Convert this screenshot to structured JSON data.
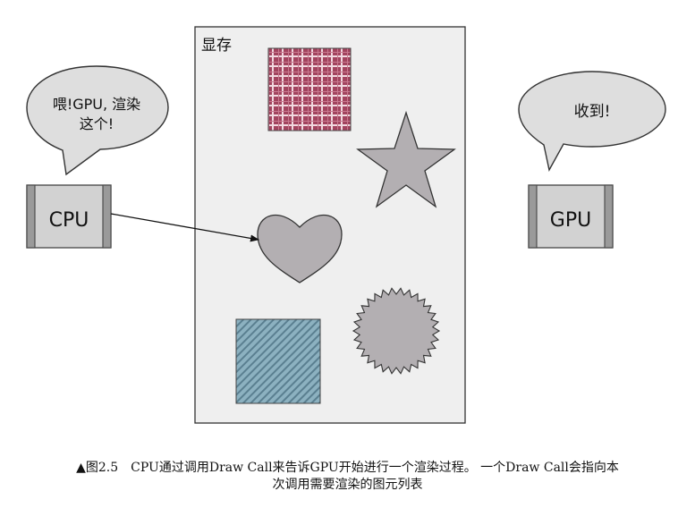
{
  "memory": {
    "label": "显存"
  },
  "cpu": {
    "label": "CPU",
    "bubble_line1": "喂!GPU, 渲染",
    "bubble_line2": "这个!"
  },
  "gpu": {
    "label": "GPU",
    "bubble": "收到!"
  },
  "caption": {
    "line1": "▲图2.5　CPU通过调用Draw Call来告诉GPU开始进行一个渲染过程。 一个Draw Call会指向本",
    "line2": "次调用需要渲染的图元列表"
  },
  "colors": {
    "memory_fill": "#efefef",
    "shape_gray": "#b3afb2",
    "plaid": "#a2435e",
    "teal": "#8cb1c0",
    "chip": "#d2d2d2",
    "chip_edge": "#9a9a9a"
  }
}
